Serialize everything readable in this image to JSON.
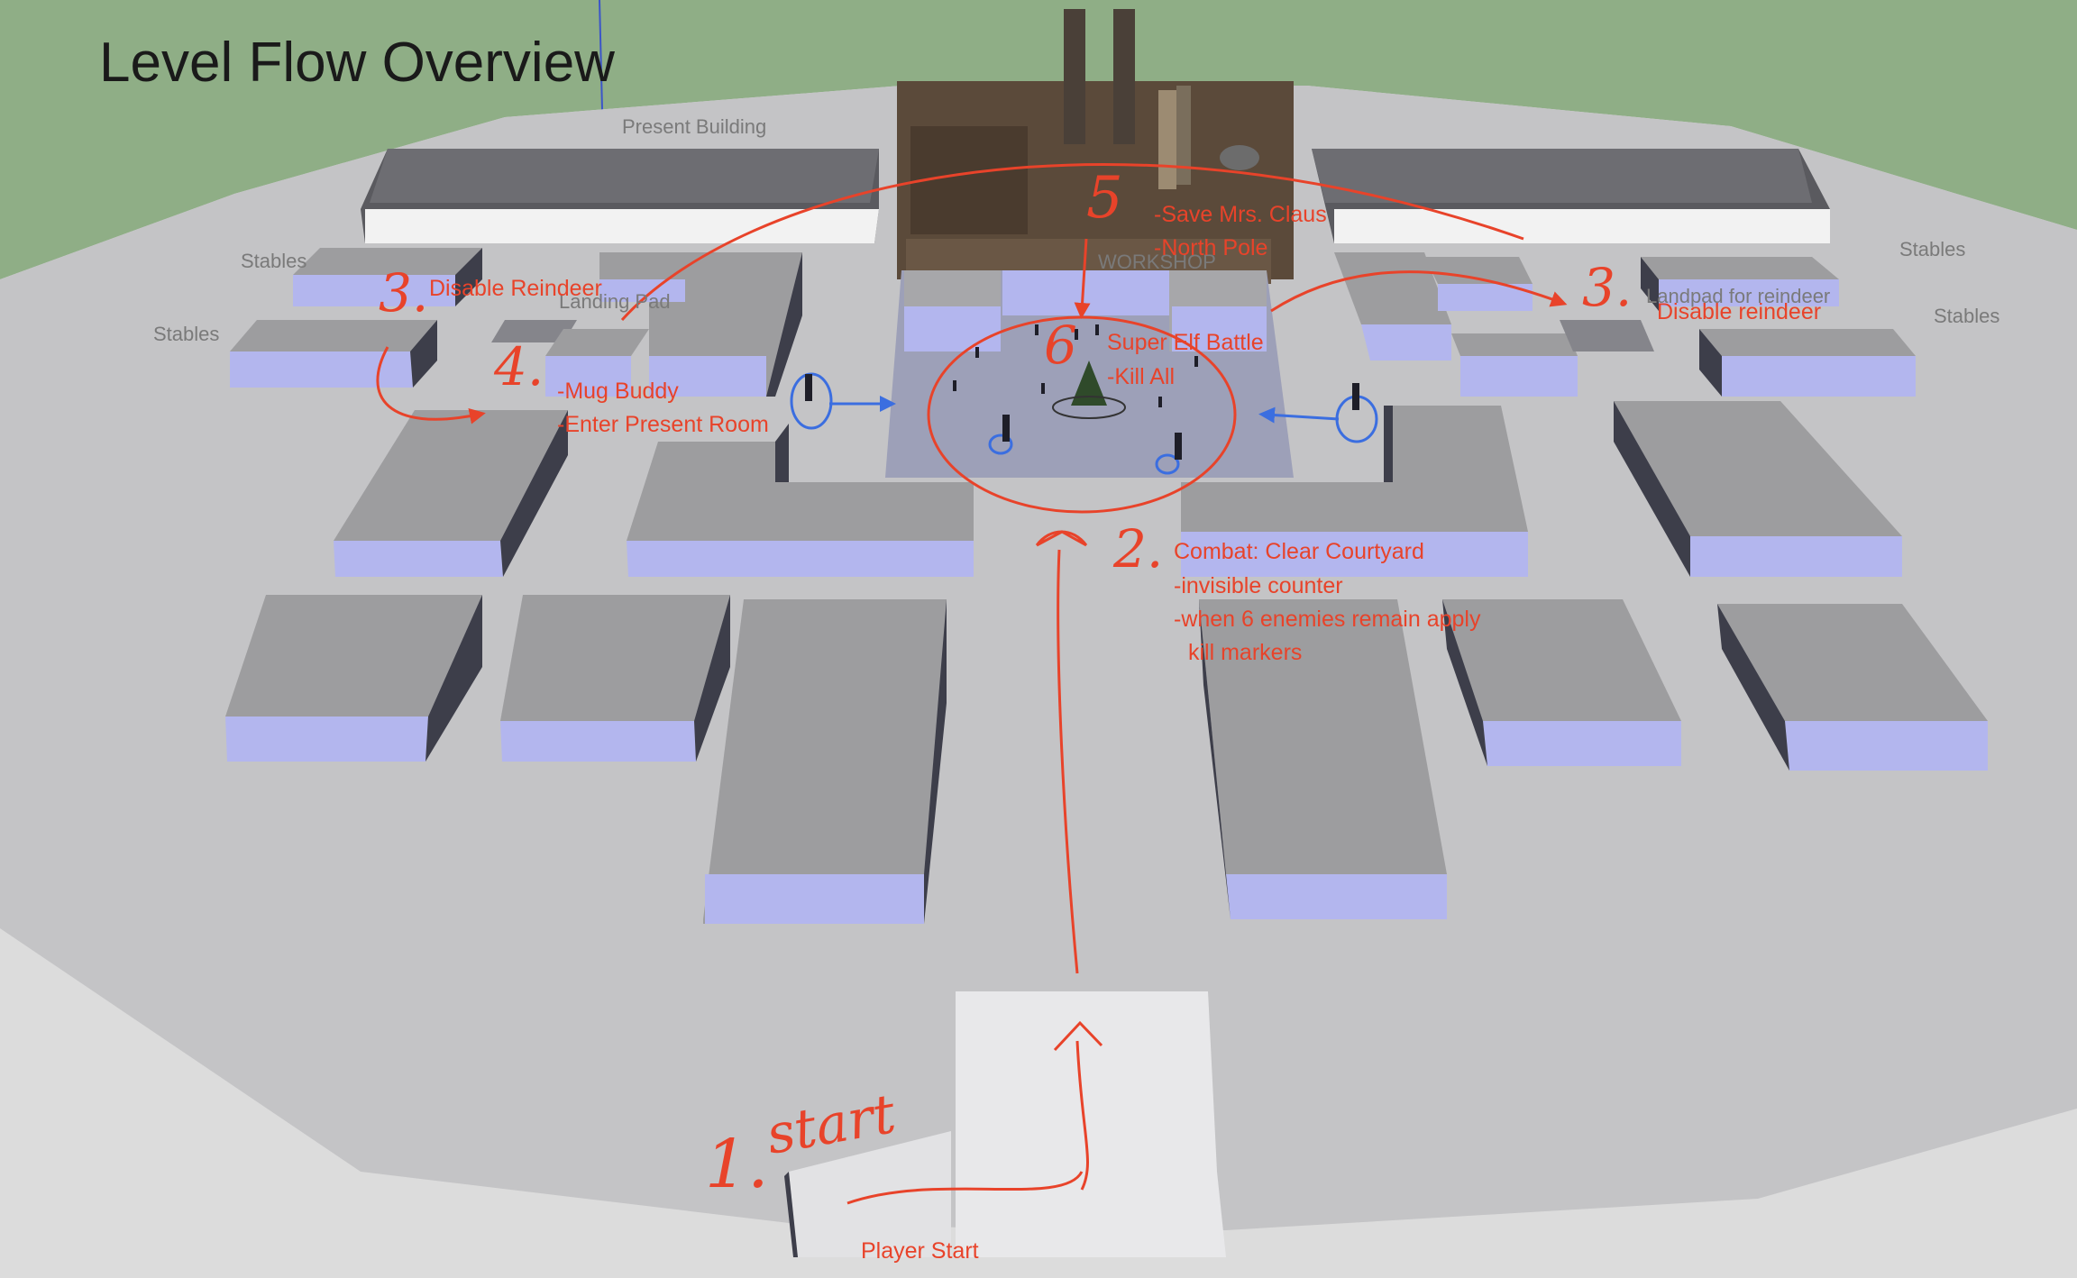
{
  "title": "Level Flow Overview",
  "markers": {
    "m1": "1.",
    "m1_word": "start",
    "m2": "2.",
    "m3_left": "3.",
    "m3_right": "3.",
    "m4": "4.",
    "m5": "5",
    "m6": "6"
  },
  "annotations": {
    "disable_reindeer_left": "Disable Reindeer",
    "disable_reindeer_right": "Disable reindeer",
    "mug_buddy": "-Mug Buddy",
    "enter_present_room": "-Enter Present Room",
    "save_mrs_claus": "-Save Mrs. Claus",
    "north_pole": "-North Pole",
    "super_elf_battle": "Super Elf Battle",
    "kill_all": "-Kill All",
    "combat": "Combat: Clear Courtyard",
    "invisible_counter": "-invisible counter",
    "when_6_enemies": "-when 6 enemies remain apply",
    "kill_markers": "kill markers",
    "player_start": "Player Start"
  },
  "building_labels": {
    "present_building": "Present Building",
    "workshop": "WORKSHOP",
    "stables_1": "Stables",
    "stables_2": "Stables",
    "stables_3": "Stables",
    "stables_4": "Stables",
    "landing_pad": "Landing Pad",
    "landpad_reindeer": "Landpad for reindeer"
  },
  "colors": {
    "sky": "#8fae86",
    "ground": "#c4c4c6",
    "roof": "#9d9d9f",
    "wall_front": "#b3b6ee",
    "wall_side": "#3d3e4a",
    "annotation_red": "#e8432a",
    "annotation_blue": "#3b6ee0"
  }
}
